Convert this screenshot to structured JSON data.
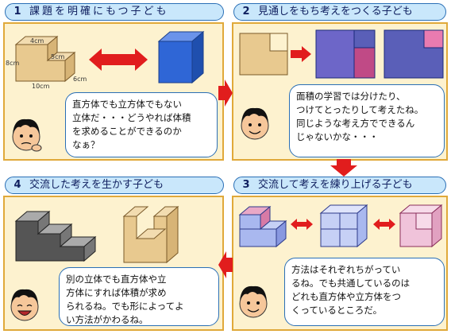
{
  "panels": [
    {
      "number": "1",
      "title": "課題を明確にもつ子ども",
      "speech": "直方体でも立方体でもない\n立体だ・・・どうやれば体積\nを求めることができるのか\nなぁ？",
      "dims": {
        "top": "4cm",
        "mid": "5cm",
        "left": "8cm",
        "bottom": "10cm",
        "right": "6cm"
      }
    },
    {
      "number": "2",
      "title": "見通しをもち考えをつくる子ども",
      "speech": "面積の学習では分けたり、\nつけてとったりして考えたね。\n同じような考え方でできるん\nじゃないかな・・・"
    },
    {
      "number": "3",
      "title": "交流して考えを練り上げる子ども",
      "speech": "方法はそれぞれちがってい\nるね。でも共通しているのは\nどれも直方体や立方体をつ\nくっているところだ。"
    },
    {
      "number": "4",
      "title": "交流した考えを生かす子ども",
      "speech": "別の立体でも直方体や立\n方体にすれば体積が求め\nられるね。でも形によってよ\nい方法がかわるね。"
    }
  ],
  "colors": {
    "title_fill": "#c9e7fb",
    "title_border": "#2a6fb6",
    "panel_fill": "#fdf2cf",
    "panel_border": "#e0a93a",
    "arrow": "#e11d1d",
    "cube_blue": "#2f66d6",
    "shape_tan": "#e8c98f"
  }
}
